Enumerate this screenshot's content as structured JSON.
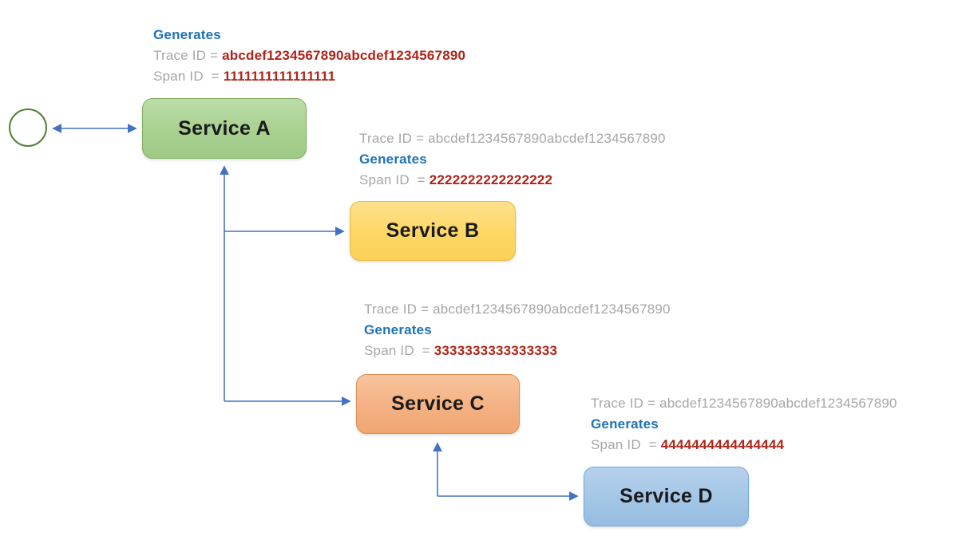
{
  "colors": {
    "arrow_blue": "#4472c4",
    "generates_blue": "#1f72b6",
    "label_gray": "#a6a6a6",
    "value_red": "#b02318",
    "service_a_fill": "#a8d190",
    "service_a_border": "#7fae61",
    "service_b_fill": "#fdd765",
    "service_b_border": "#e9b93f",
    "service_c_fill": "#f4b183",
    "service_c_border": "#e08c55",
    "service_d_fill": "#a3c6e6",
    "service_d_border": "#74a7d8",
    "start_circle_border": "#538135"
  },
  "nodes": {
    "a": {
      "label": "Service A"
    },
    "b": {
      "label": "Service B"
    },
    "c": {
      "label": "Service C"
    },
    "d": {
      "label": "Service D"
    }
  },
  "annotations": {
    "a": {
      "generates": "Generates",
      "trace_label": "Trace ID = ",
      "trace_value": "abcdef1234567890abcdef1234567890",
      "span_label": "Span ID  = ",
      "span_value": "1111111111111111"
    },
    "b": {
      "generates": "Generates",
      "trace_label": "Trace ID = ",
      "trace_value": "abcdef1234567890abcdef1234567890",
      "span_label": "Span ID  = ",
      "span_value": "2222222222222222"
    },
    "c": {
      "generates": "Generates",
      "trace_label": "Trace ID = ",
      "trace_value": "abcdef1234567890abcdef1234567890",
      "span_label": "Span ID  = ",
      "span_value": "3333333333333333"
    },
    "d": {
      "generates": "Generates",
      "trace_label": "Trace ID = ",
      "trace_value": "abcdef1234567890abcdef1234567890",
      "span_label": "Span ID  = ",
      "span_value": "4444444444444444"
    }
  }
}
